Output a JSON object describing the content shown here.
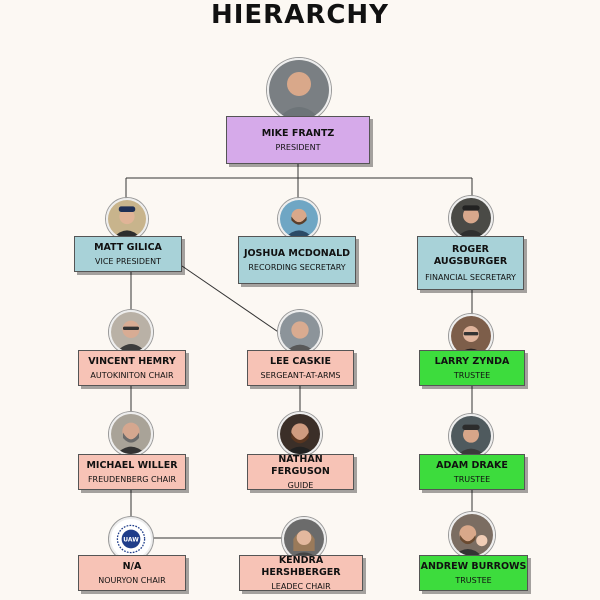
{
  "title": "HIERARCHY",
  "members": {
    "president": {
      "name": "MIKE FRANTZ",
      "role": "PRESIDENT"
    },
    "vice_president": {
      "name": "MATT GILICA",
      "role": "VICE PRESIDENT"
    },
    "recording_secretary": {
      "name": "JOSHUA MCDONALD",
      "role": "RECORDING SECRETARY"
    },
    "financial_secretary": {
      "name": "ROGER AUGSBURGER",
      "role": "FINANCIAL SECRETARY"
    },
    "autokiniton_chair": {
      "name": "VINCENT HEMRY",
      "role": "AUTOKINITON CHAIR"
    },
    "sergeant_at_arms": {
      "name": "LEE CASKIE",
      "role": "SERGEANT-AT-ARMS"
    },
    "trustee_1": {
      "name": "LARRY ZYNDA",
      "role": "TRUSTEE"
    },
    "freudenberg_chair": {
      "name": "MICHAEL WILLER",
      "role": "FREUDENBERG CHAIR"
    },
    "guide": {
      "name": "NATHAN FERGUSON",
      "role": "GUIDE"
    },
    "trustee_2": {
      "name": "ADAM DRAKE",
      "role": "TRUSTEE"
    },
    "nouryon_chair": {
      "name": "N/A",
      "role": "NOURYON CHAIR"
    },
    "leadec_chair": {
      "name": "KENDRA HERSHBERGER",
      "role": "LEADEC CHAIR"
    },
    "trustee_3": {
      "name": "ANDREW BURROWS",
      "role": "TRUSTEE"
    }
  },
  "logo_text": "UAW",
  "colors": {
    "president": "#d6aaea",
    "officers": "#a8d2d8",
    "chairs": "#f7c3b6",
    "trustees": "#3ddc3d"
  }
}
